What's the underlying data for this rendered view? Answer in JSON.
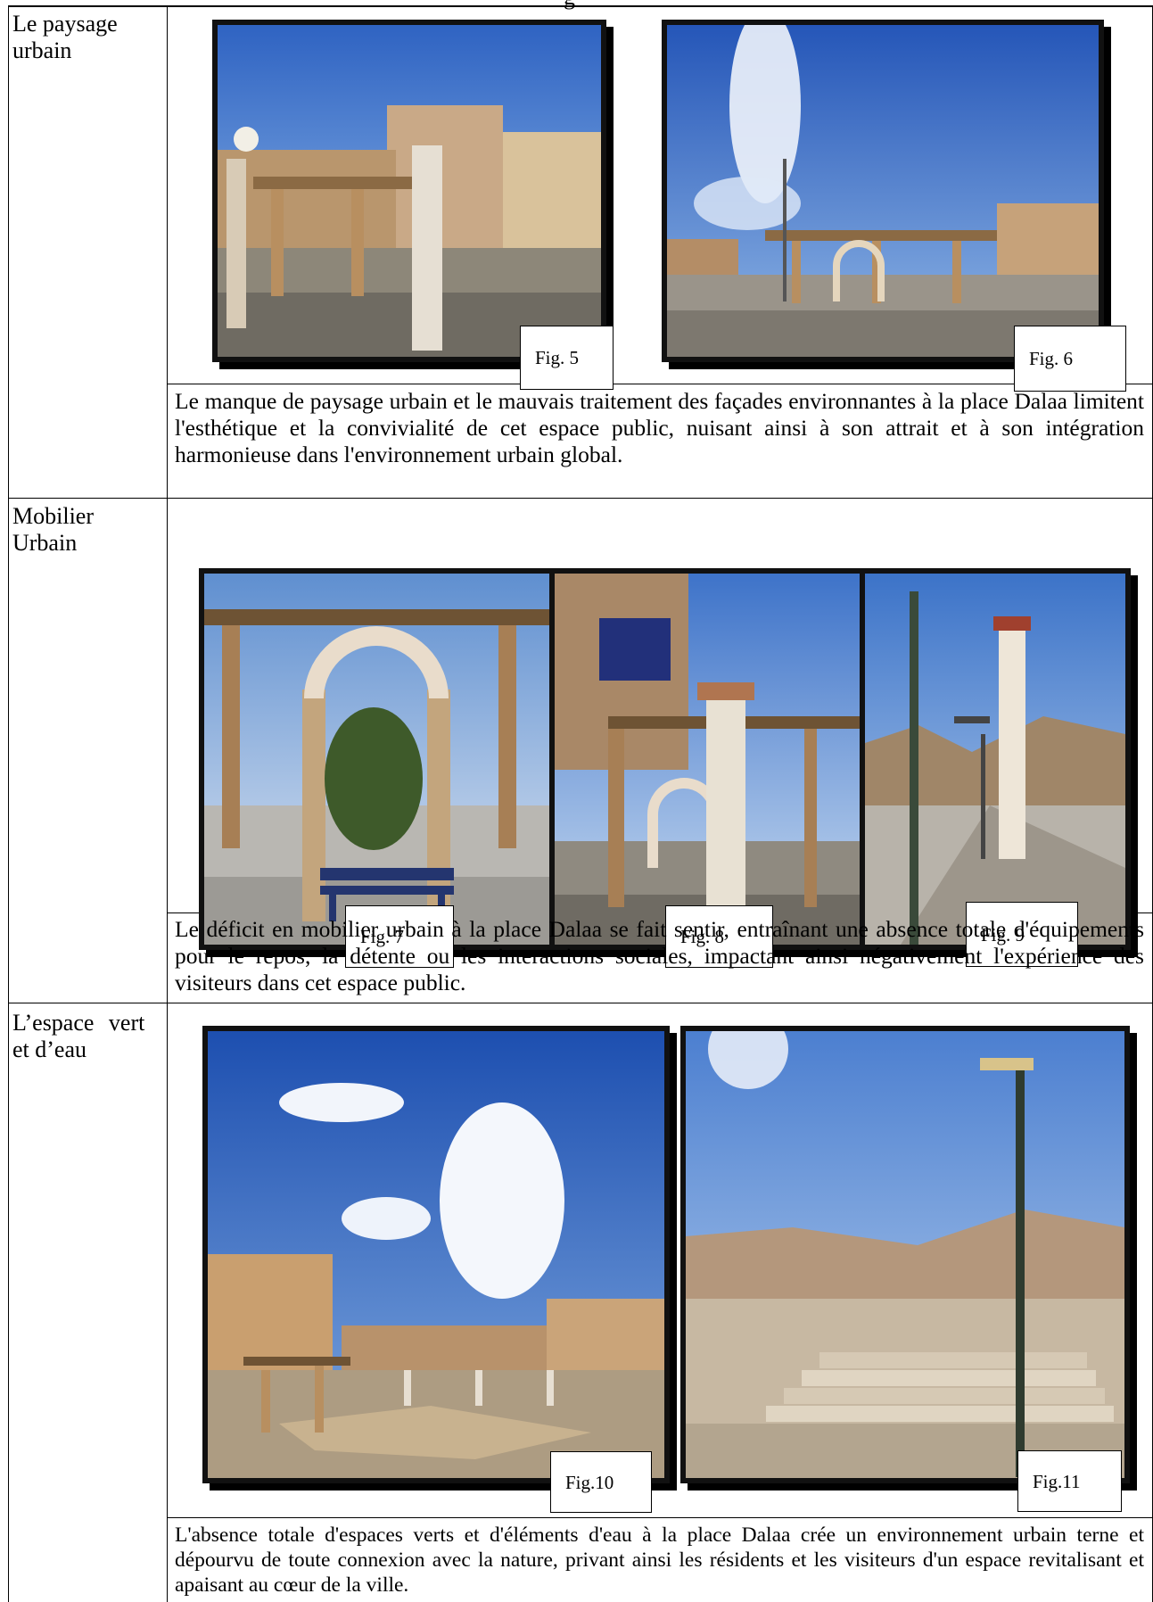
{
  "header": {
    "partial_title": "g"
  },
  "rows": [
    {
      "label": "Le paysage urbain",
      "label_lines": [
        "Le paysage",
        "urbain"
      ],
      "figures": [
        {
          "caption": "Fig. 5",
          "scene": "Public square with pergola, columns and residential buildings"
        },
        {
          "caption": "Fig. 6",
          "scene": "Pergola and street lamps under blue sky with clouds"
        }
      ],
      "description": "Le manque de paysage urbain et le mauvais traitement des façades environnantes à la place Dalaa limitent l'esthétique et la convivialité de cet espace public, nuisant ainsi à son attrait et à son intégration harmonieuse dans l'environnement urbain global."
    },
    {
      "label": "Mobilier Urbain",
      "label_lines": [
        "Mobilier",
        "Urbain"
      ],
      "figures": [
        {
          "caption": "Fig. 7",
          "scene": "Arch and pergola with a blue bench"
        },
        {
          "caption": "Fig. 8",
          "scene": "Column and pergola near buildings"
        },
        {
          "caption": "Fig. 9",
          "scene": "Lamp post and column along a walkway"
        }
      ],
      "description": "Le déficit en mobilier urbain à la place Dalaa se fait sentir, entraînant une absence totale d'équipements pour le repos, la détente ou les interactions sociales, impactant ainsi négativement l'expérience des visiteurs dans cet espace public."
    },
    {
      "label": "L’espace vert et d’eau",
      "label_lines": [
        "L’espace vert",
        "et d’eau"
      ],
      "figures": [
        {
          "caption": "Fig.10",
          "scene": "Wide view of the square with pergolas and clouds"
        },
        {
          "caption": "Fig.11",
          "scene": "Stone steps and dry area with distant hills"
        }
      ],
      "description": "L'absence totale d'espaces verts et d'éléments d'eau à la place Dalaa crée un environnement urbain terne et dépourvu de toute connexion avec la nature, privant ainsi les résidents et les visiteurs d'un espace revitalisant et apaisant au cœur de la ville."
    }
  ]
}
